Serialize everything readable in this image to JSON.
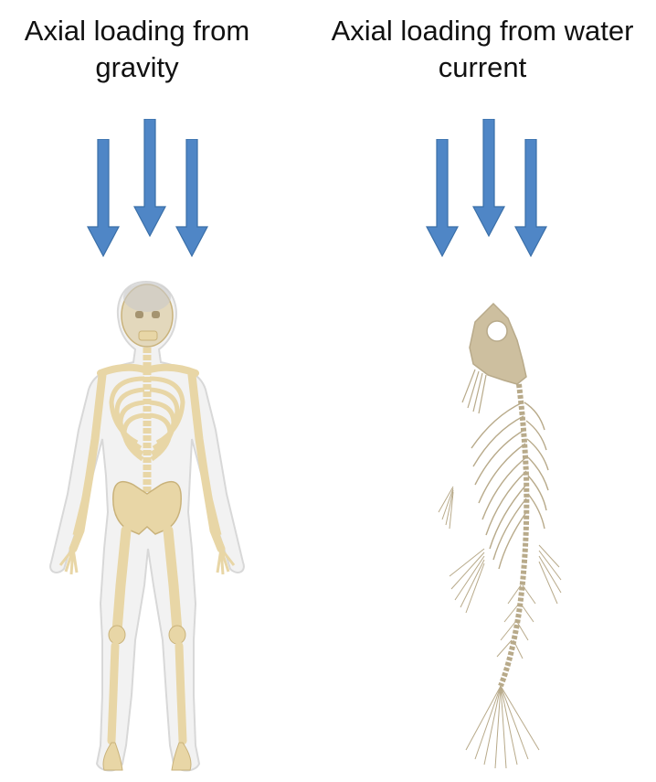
{
  "left_panel": {
    "title_line1": "Axial loading from",
    "title_line2": "gravity",
    "figure": "human-skeleton"
  },
  "right_panel": {
    "title_line1": "Axial loading from water",
    "title_line2": "current",
    "figure": "fish-skeleton"
  },
  "colors": {
    "arrow_fill": "#4F86C6",
    "arrow_stroke": "#3A6FA8",
    "bone": "#E8D6A6",
    "bone_dark": "#C9B27A",
    "body_outline": "#D8D8D8",
    "fish_bone": "#B8AA8A",
    "fish_skull": "#CDBF9F"
  }
}
